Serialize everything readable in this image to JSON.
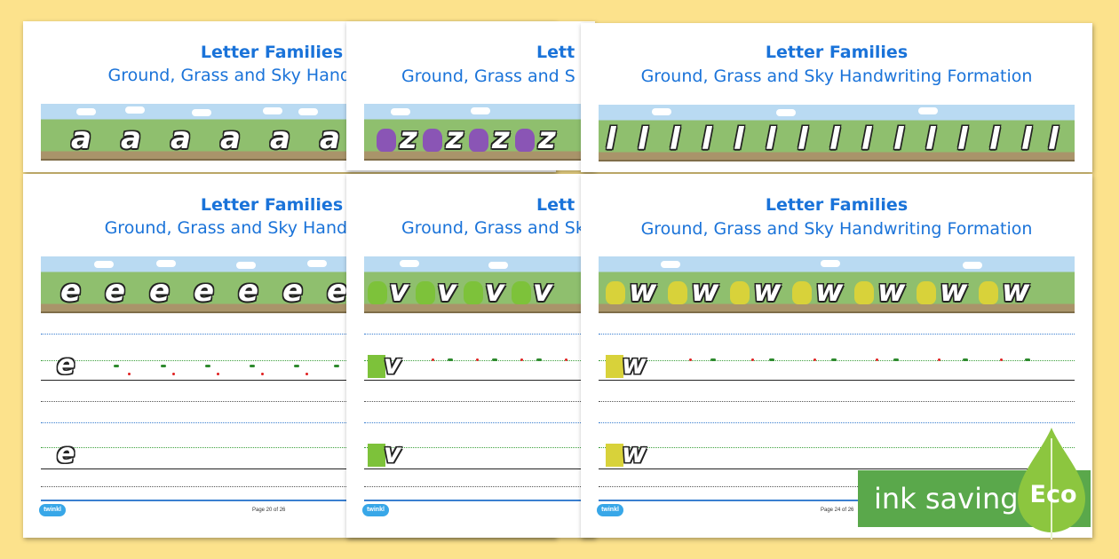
{
  "sheets": {
    "title": "Letter Families",
    "subtitle": "Ground, Grass and Sky Handwriting Formation",
    "subtitle_cut_a": "Ground, Grass and Sky Handwr",
    "subtitle_cut_b": "Ground, Grass and Sky Handw",
    "subtitle_cut_c": "Ground, Grass and Sk",
    "subtitle_cut_d": "Ground, Grass and S",
    "title_cut": "Letter Families",
    "title_cut_short": "Letter",
    "title_cut_mid": "Lett",
    "letters": {
      "a": "a",
      "z": "z",
      "l": "l",
      "e": "e",
      "v": "v",
      "w": "w"
    },
    "footer_logo": "twinkl",
    "page_20": "Page 20 of 26",
    "page_24": "Page 24 of 26"
  },
  "badge": {
    "label": "ink saving",
    "eco": "Eco"
  },
  "colors": {
    "background": "#fce28c",
    "title_blue": "#1a73d9",
    "eco_green": "#5aa84b",
    "drop_green": "#8cc63f"
  }
}
